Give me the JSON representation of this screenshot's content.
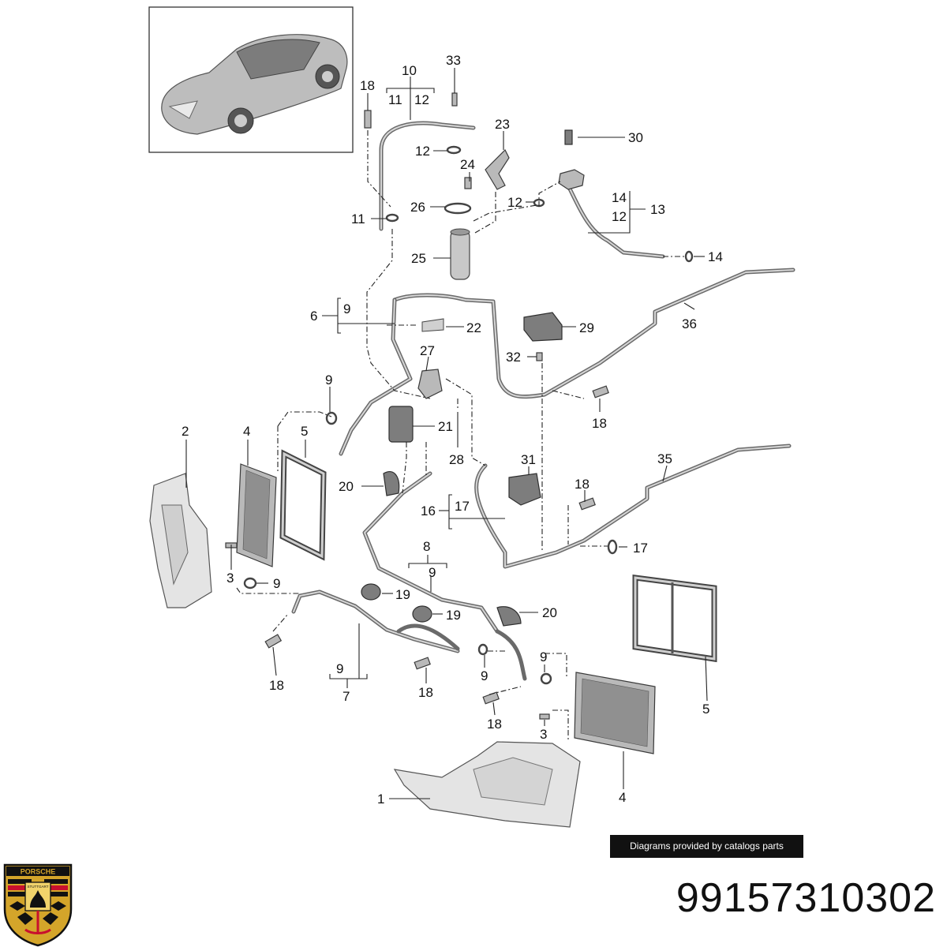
{
  "callouts": {
    "c1": "1",
    "c2": "2",
    "c3a": "3",
    "c3b": "3",
    "c4a": "4",
    "c4b": "4",
    "c5a": "5",
    "c5b": "5",
    "c6": "6",
    "c7": "7",
    "c8": "8",
    "c9a": "9",
    "c9b": "9",
    "c9c": "9",
    "c9d": "9",
    "c9e": "9",
    "c9f": "9",
    "c9g": "9",
    "c10": "10",
    "c11a": "11",
    "c11b": "11",
    "c12a": "12",
    "c12b": "12",
    "c12c": "12",
    "c12d": "12",
    "c13": "13",
    "c14a": "14",
    "c14b": "14",
    "c16": "16",
    "c17a": "17",
    "c17b": "17",
    "c18a": "18",
    "c18b": "18",
    "c18c": "18",
    "c18d": "18",
    "c18e": "18",
    "c18f": "18",
    "c19a": "19",
    "c19b": "19",
    "c20a": "20",
    "c20b": "20",
    "c21": "21",
    "c22": "22",
    "c23": "23",
    "c24": "24",
    "c25": "25",
    "c26": "26",
    "c27": "27",
    "c28": "28",
    "c29": "29",
    "c30": "30",
    "c31": "31",
    "c32": "32",
    "c33": "33",
    "c35": "35",
    "c36": "36"
  },
  "credit": "Diagrams provided by catalogs parts",
  "part_number": "99157310302",
  "logo": {
    "brand": "PORSCHE",
    "city": "STUTTGART",
    "colors": {
      "gold": "#d4a52a",
      "red": "#c8102e",
      "black": "#111111"
    }
  }
}
